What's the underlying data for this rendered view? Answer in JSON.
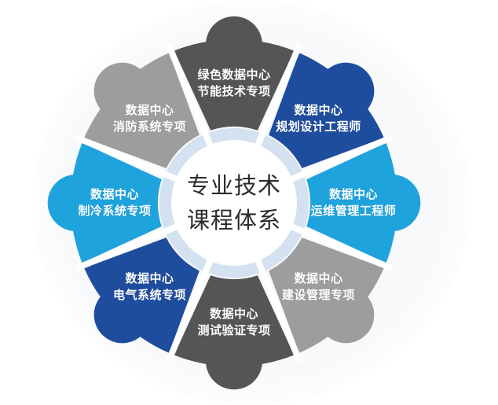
{
  "diagram": {
    "center": {
      "line1": "专业技术",
      "line2": "课程体系"
    },
    "colors": {
      "dark_gray": "#555555",
      "navy": "#1f4d9e",
      "sky_blue": "#1fa3dd",
      "light_gray": "#9d9d9d",
      "inner_ring": "#d3e1f0",
      "center_fill": "#ffffff"
    },
    "segments": [
      {
        "position": "top",
        "line1": "绿色数据中心",
        "line2": "节能技术专项",
        "color": "#555555"
      },
      {
        "position": "top-right",
        "line1": "数据中心",
        "line2": "规划设计工程师",
        "color": "#1f4d9e"
      },
      {
        "position": "right",
        "line1": "数据中心",
        "line2": "运维管理工程师",
        "color": "#1fa3dd"
      },
      {
        "position": "bottom-right",
        "line1": "数据中心",
        "line2": "建设管理专项",
        "color": "#9d9d9d"
      },
      {
        "position": "bottom",
        "line1": "数据中心",
        "line2": "测试验证专项",
        "color": "#555555"
      },
      {
        "position": "bottom-left",
        "line1": "数据中心",
        "line2": "电气系统专项",
        "color": "#1f4d9e"
      },
      {
        "position": "left",
        "line1": "数据中心",
        "line2": "制冷系统专项",
        "color": "#1fa3dd"
      },
      {
        "position": "top-left",
        "line1": "数据中心",
        "line2": "消防系统专项",
        "color": "#9d9d9d"
      }
    ]
  }
}
